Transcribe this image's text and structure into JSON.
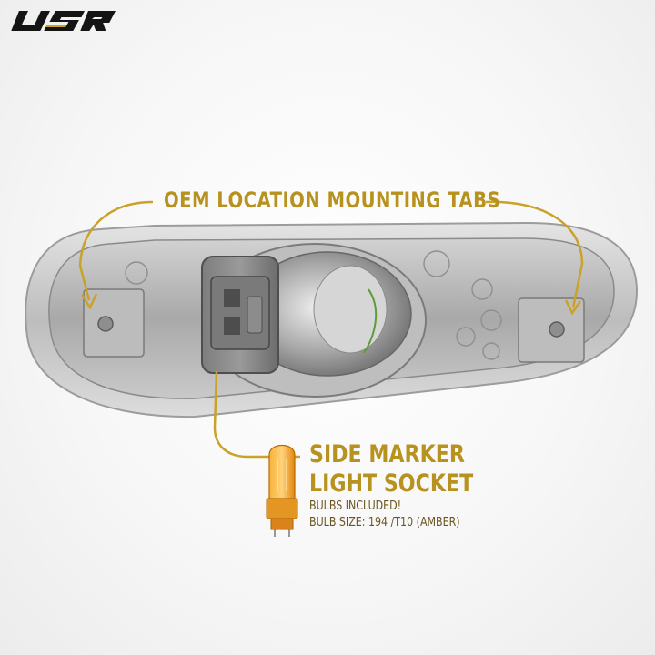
{
  "logo": {
    "text_main": "USR",
    "brand_accent": "#c9a227",
    "brand_dark": "#141414"
  },
  "callouts": {
    "mounting_tabs": "OEM LOCATION MOUNTING TABS",
    "socket_line1": "SIDE MARKER",
    "socket_line2": "LIGHT SOCKET",
    "bulbs_included": "BULBS INCLUDED!",
    "bulb_size": "BULB SIZE: 194 /T10 (AMBER)"
  },
  "colors": {
    "callout_gold": "#b8921f",
    "bulb_amber": "#f29a12"
  }
}
